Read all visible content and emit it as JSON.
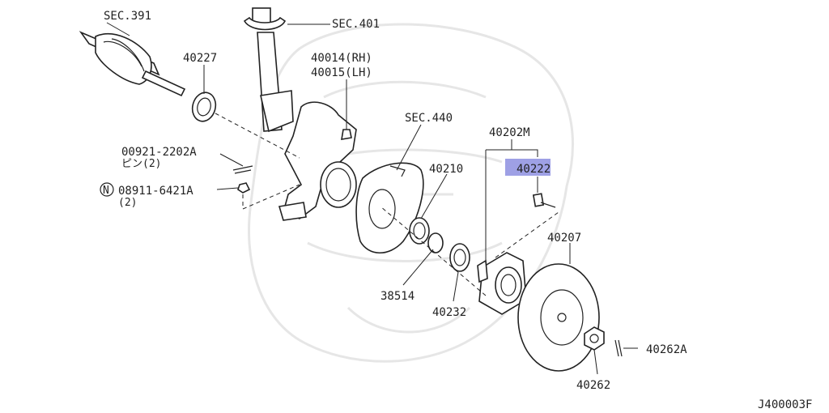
{
  "labels": {
    "sec391": "SEC.391",
    "sec401": "SEC.401",
    "p40227": "40227",
    "p40014": "40014(RH)",
    "p40015": "40015(LH)",
    "sec440": "SEC.440",
    "p40202m": "40202M",
    "p00921": "00921-2202A",
    "pin2": "ピン(2)",
    "p40210": "40210",
    "p40222": "40222",
    "n_mark": "N",
    "p08911": "08911-6421A",
    "qty2": "(2)",
    "p40207": "40207",
    "p38514": "38514",
    "p40232": "40232",
    "p40262a": "40262A",
    "p40262": "40262",
    "figure_code": "J400003F"
  },
  "highlight_color": "#8d8fe0"
}
